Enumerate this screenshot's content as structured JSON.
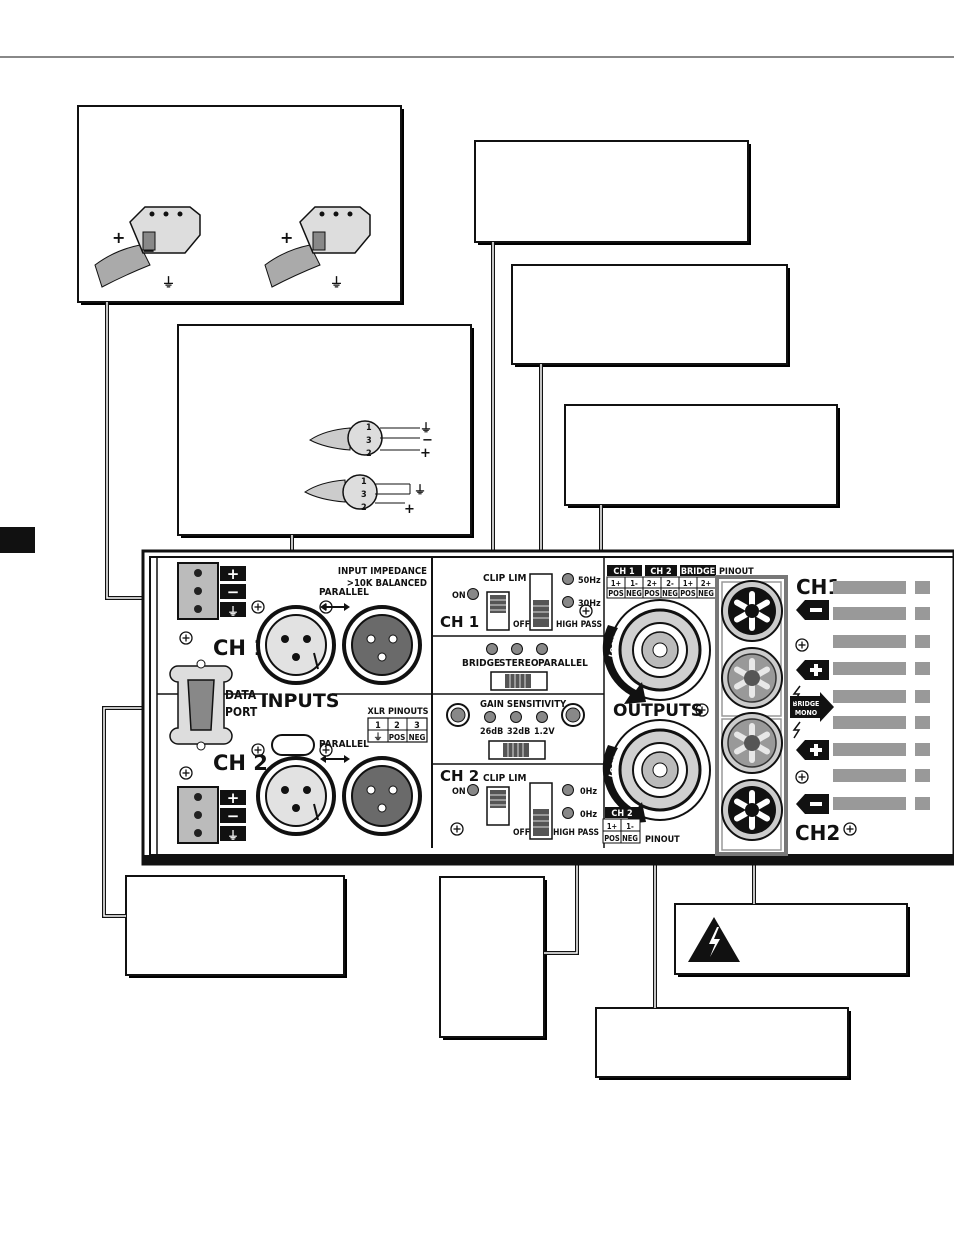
{
  "panel": {
    "ch1_label": "CH 1",
    "ch2_label": "CH 2",
    "parallel_label": "PARALLEL",
    "input_impedance_line1": "INPUT IMPEDANCE",
    "input_impedance_line2": ">10K BALANCED",
    "inputs_label": "INPUTS",
    "data_port_line1": "DATA",
    "data_port_line2": "PORT",
    "xlr_pinouts_title": "XLR PINOUTS",
    "xlr_pins": [
      "1",
      "2",
      "3"
    ],
    "xlr_pin_roles": [
      "POS",
      "NEG"
    ],
    "clip_lim_label": "CLIP LIM",
    "on_label": "ON",
    "off_label": "OFF",
    "hz50_label": "50Hz",
    "hz30_label": "30Hz",
    "high_pass_label": "HIGH PASS",
    "bridge_label": "BRIDGE",
    "stereo_label": "STEREO",
    "mode_parallel_label": "PARALLEL",
    "gain_sensitivity_label": "GAIN SENSITIVITY",
    "gain_options": [
      "26dB",
      "32dB",
      "1.2V"
    ],
    "outputs_label": "OUTPUTS",
    "lock_label": "LOCK",
    "pinout_label": "PINOUT",
    "ch2_hz50_partial": "0Hz",
    "ch2_hz30_partial": "0Hz",
    "ch2_high_pass_partial": "HIGH PASS",
    "ch2_pinout_partial": "PINOUT",
    "speakon_table": {
      "headers": [
        "CH 1",
        "CH 2",
        "BRIDGE"
      ],
      "pins": [
        "1+",
        "1-",
        "2+",
        "2-",
        "1+",
        "2+"
      ],
      "roles": [
        "POS",
        "NEG",
        "POS",
        "NEG",
        "POS",
        "NEG"
      ]
    },
    "ch2_speakon_table": {
      "header": "CH 2",
      "pins": [
        "1+",
        "1-"
      ],
      "roles": [
        "POS",
        "NEG"
      ]
    },
    "binding_ch1_label": "CH1",
    "binding_ch2_label": "CH2",
    "bridge_mono_line1": "BRIDGE",
    "bridge_mono_line2": "MONO"
  },
  "colors": {
    "ink": "#111111",
    "light_gray": "#d8d8d8",
    "mid_gray": "#9a9a9a",
    "dark_gray": "#555555"
  }
}
